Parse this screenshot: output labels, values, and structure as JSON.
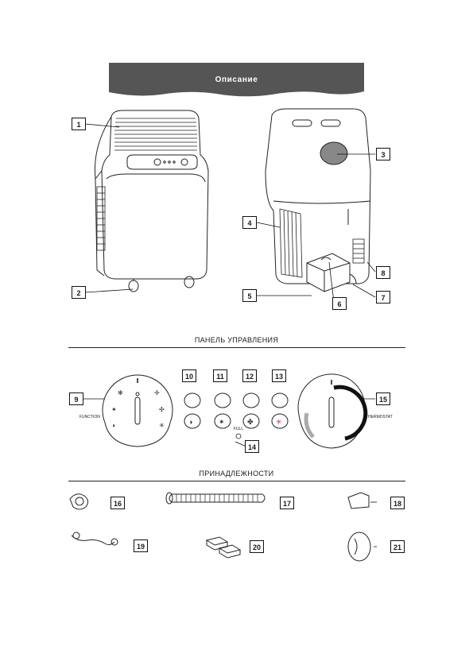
{
  "header": {
    "title": "Описание"
  },
  "sections": {
    "control_panel": "ПАНЕЛЬ УПРАВЛЕНИЯ",
    "accessories": "ПРИНАДЛЕЖНОСТИ"
  },
  "parts": {
    "p1": "1",
    "p2": "2",
    "p3": "3",
    "p4": "4",
    "p5": "5",
    "p6": "6",
    "p7": "7",
    "p8": "8"
  },
  "panel": {
    "p9": "9",
    "p10": "10",
    "p11": "11",
    "p12": "12",
    "p13": "13",
    "p14": "14",
    "p15": "15",
    "function_label": "FUNCTION",
    "thermostat_label": "THERMOSTAT",
    "full_label": "FULL"
  },
  "accessories": {
    "p16": "16",
    "p17": "17",
    "p18": "18",
    "p19": "19",
    "p20": "20",
    "p21": "21"
  }
}
